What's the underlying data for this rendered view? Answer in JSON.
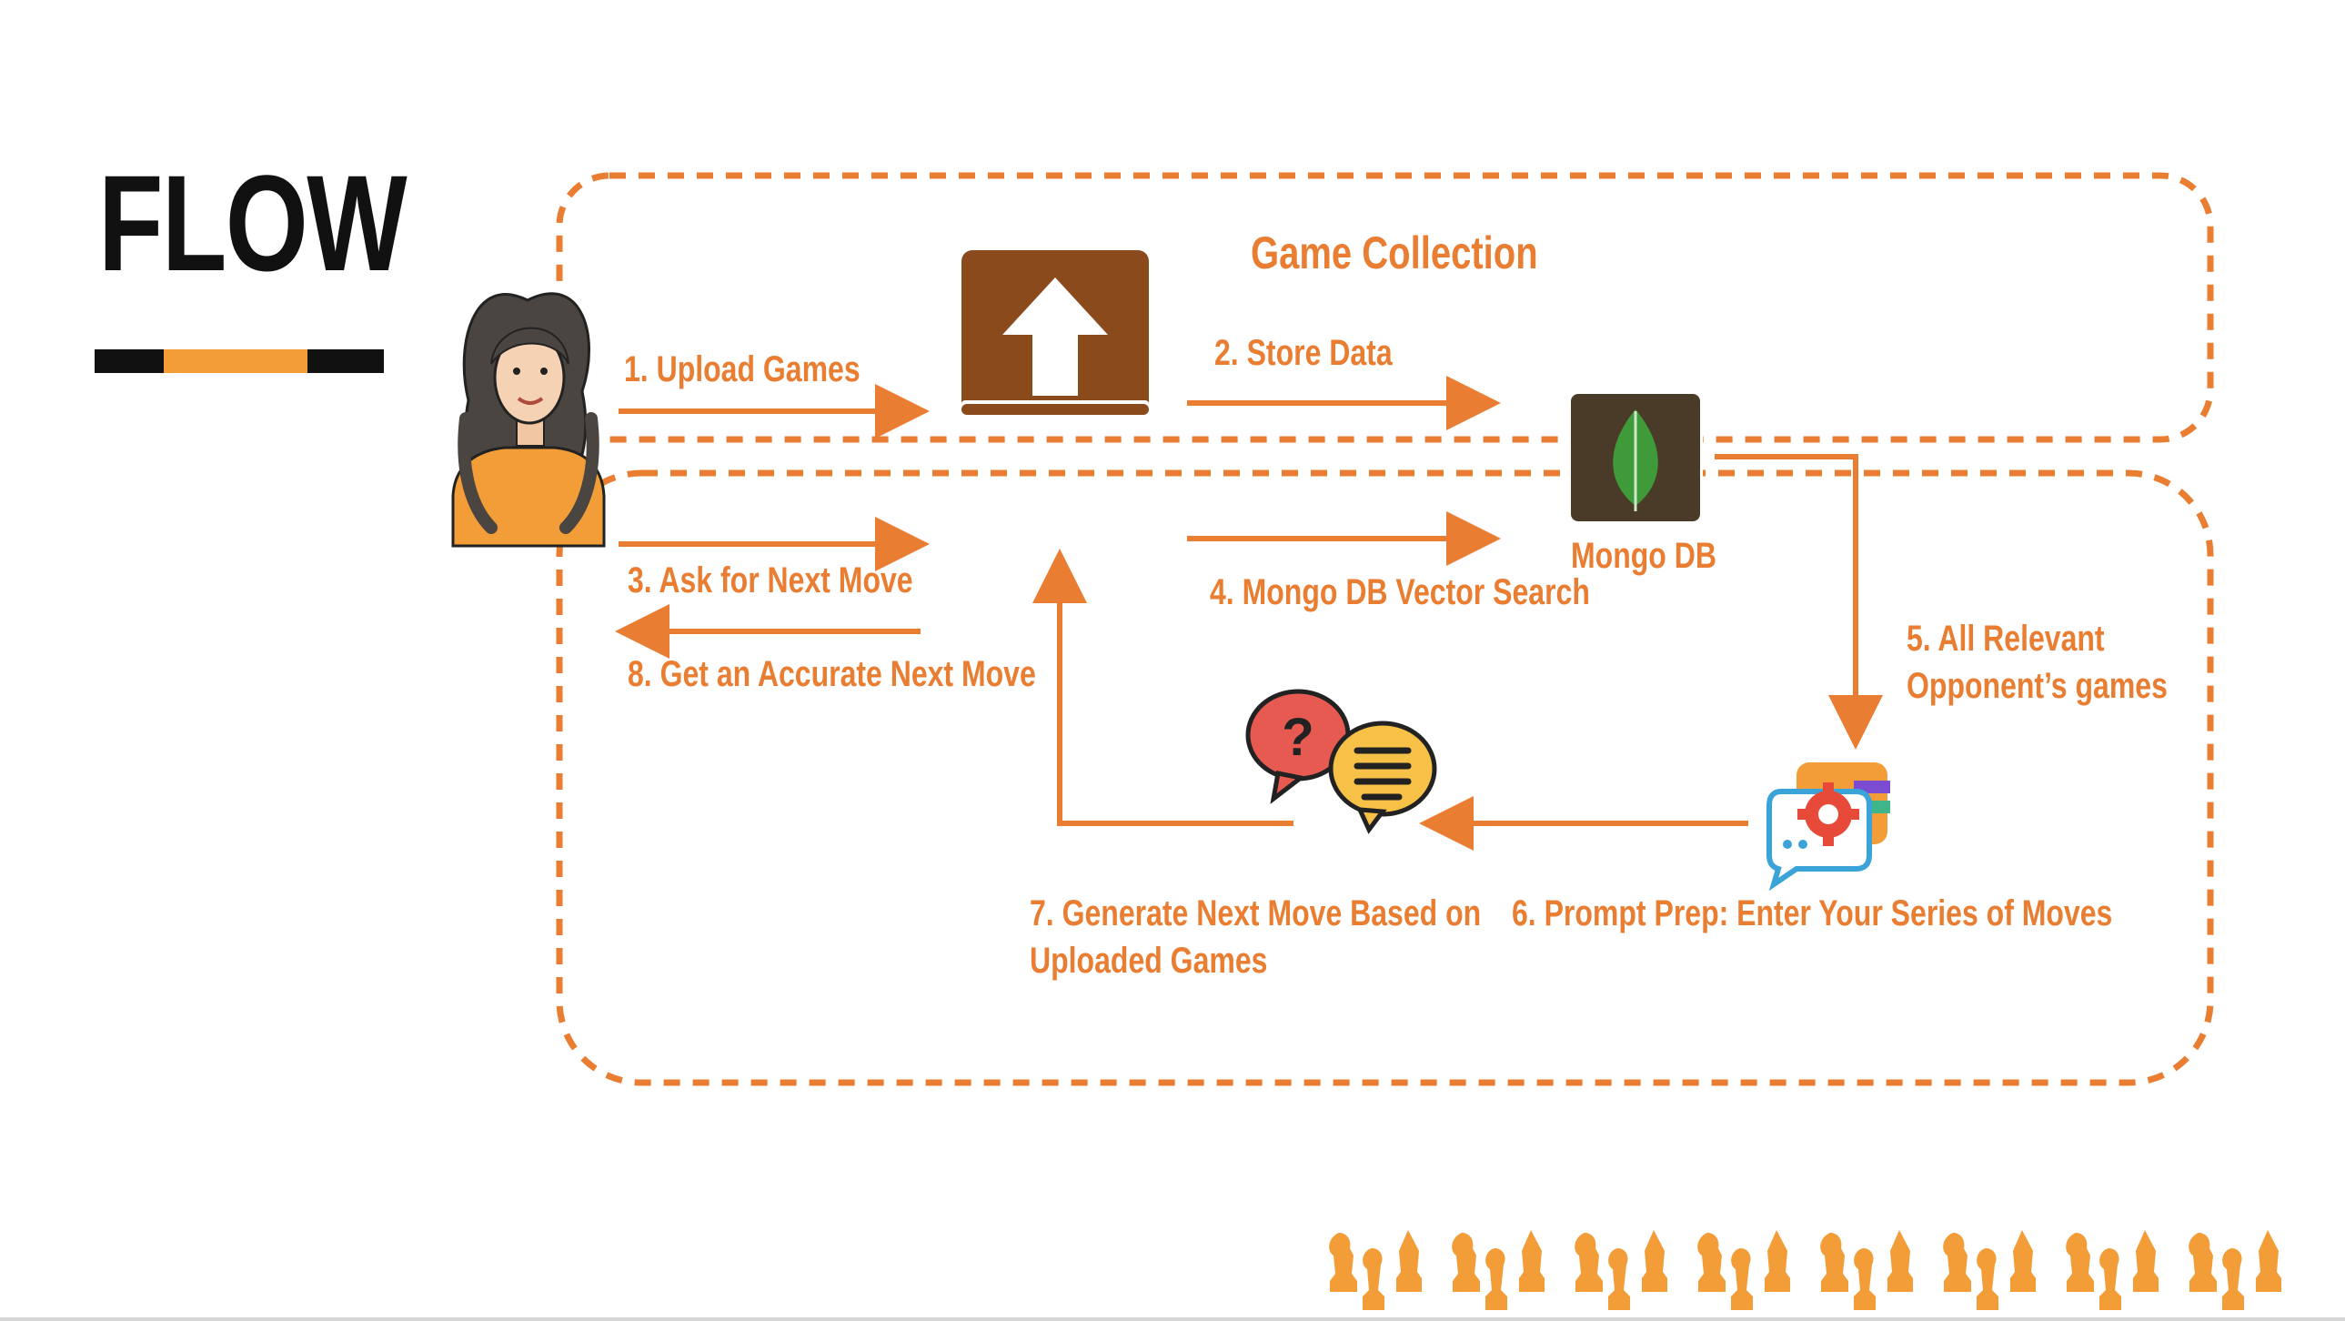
{
  "slide": {
    "title": "FLOW"
  },
  "diagram": {
    "group_title": "Game Collection",
    "database_label": "Mongo DB",
    "steps": [
      {
        "id": "step1",
        "text": "1. Upload Games"
      },
      {
        "id": "step2",
        "text": "2. Store Data"
      },
      {
        "id": "step3",
        "text": "3. Ask for Next Move"
      },
      {
        "id": "step4",
        "text": "4. Mongo DB Vector Search"
      },
      {
        "id": "step5",
        "text": "5. All Relevant\nOpponent’s games"
      },
      {
        "id": "step6",
        "text": "6. Prompt Prep: Enter Your Series of Moves"
      },
      {
        "id": "step7",
        "text": "7. Generate Next Move Based on\n Uploaded Games"
      },
      {
        "id": "step8",
        "text": "8. Get an Accurate Next Move"
      }
    ],
    "icons": {
      "user": "woman-avatar-icon",
      "upload": "upload-icon",
      "database": "mongodb-leaf-icon",
      "prompt": "prompt-settings-icon",
      "llm": "chat-bubbles-icon",
      "decoration": "chess-pieces-icon"
    },
    "colors": {
      "accent": "#e97d31",
      "upload_brown": "#8b4a1c",
      "mongo_bg": "#4a3b28",
      "mongo_leaf": "#3f9b3a"
    }
  }
}
